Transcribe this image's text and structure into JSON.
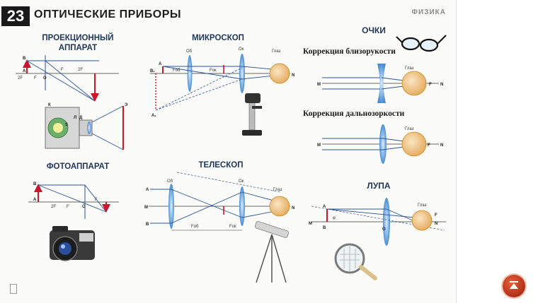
{
  "poster": {
    "number": "23",
    "title": "ОПТИЧЕСКИЕ ПРИБОРЫ",
    "subject": "ФИЗИКА"
  },
  "sections": {
    "projector": {
      "title_line1": "ПРОЕКЦИОННЫЙ",
      "title_line2": "АППАРАТ"
    },
    "microscope": {
      "title": "МИКРОСКОП",
      "eye": "Глаз"
    },
    "glasses": {
      "title": "ОЧКИ",
      "myopia": "Коррекция близорукости",
      "hyperopia": "Коррекция дальнозоркости",
      "eye": "Глаз"
    },
    "camera": {
      "title": "ФОТОАППАРАТ"
    },
    "telescope": {
      "title": "ТЕЛЕСКОП",
      "eye": "Глаз"
    },
    "magnifier": {
      "title": "ЛУПА",
      "eye": "Глаз"
    }
  },
  "labels": {
    "A": "A",
    "B": "B",
    "F": "F",
    "O": "O",
    "N": "N",
    "M": "M",
    "twoF": "2F",
    "A1": "A₁",
    "B1": "B₁",
    "Ob": "Об",
    "Ok": "Ок",
    "K": "К",
    "L": "Л",
    "D": "Д",
    "S": "S",
    "E": "Э",
    "Fob": "Fоб",
    "Fok": "Fок",
    "phi": "φ"
  },
  "colors": {
    "heading": "#1f3558",
    "ray": "#2a5596",
    "object": "#c8162c",
    "lens": "#5a9ad6",
    "eye": "#f3cc92",
    "button": "#c0401f"
  }
}
